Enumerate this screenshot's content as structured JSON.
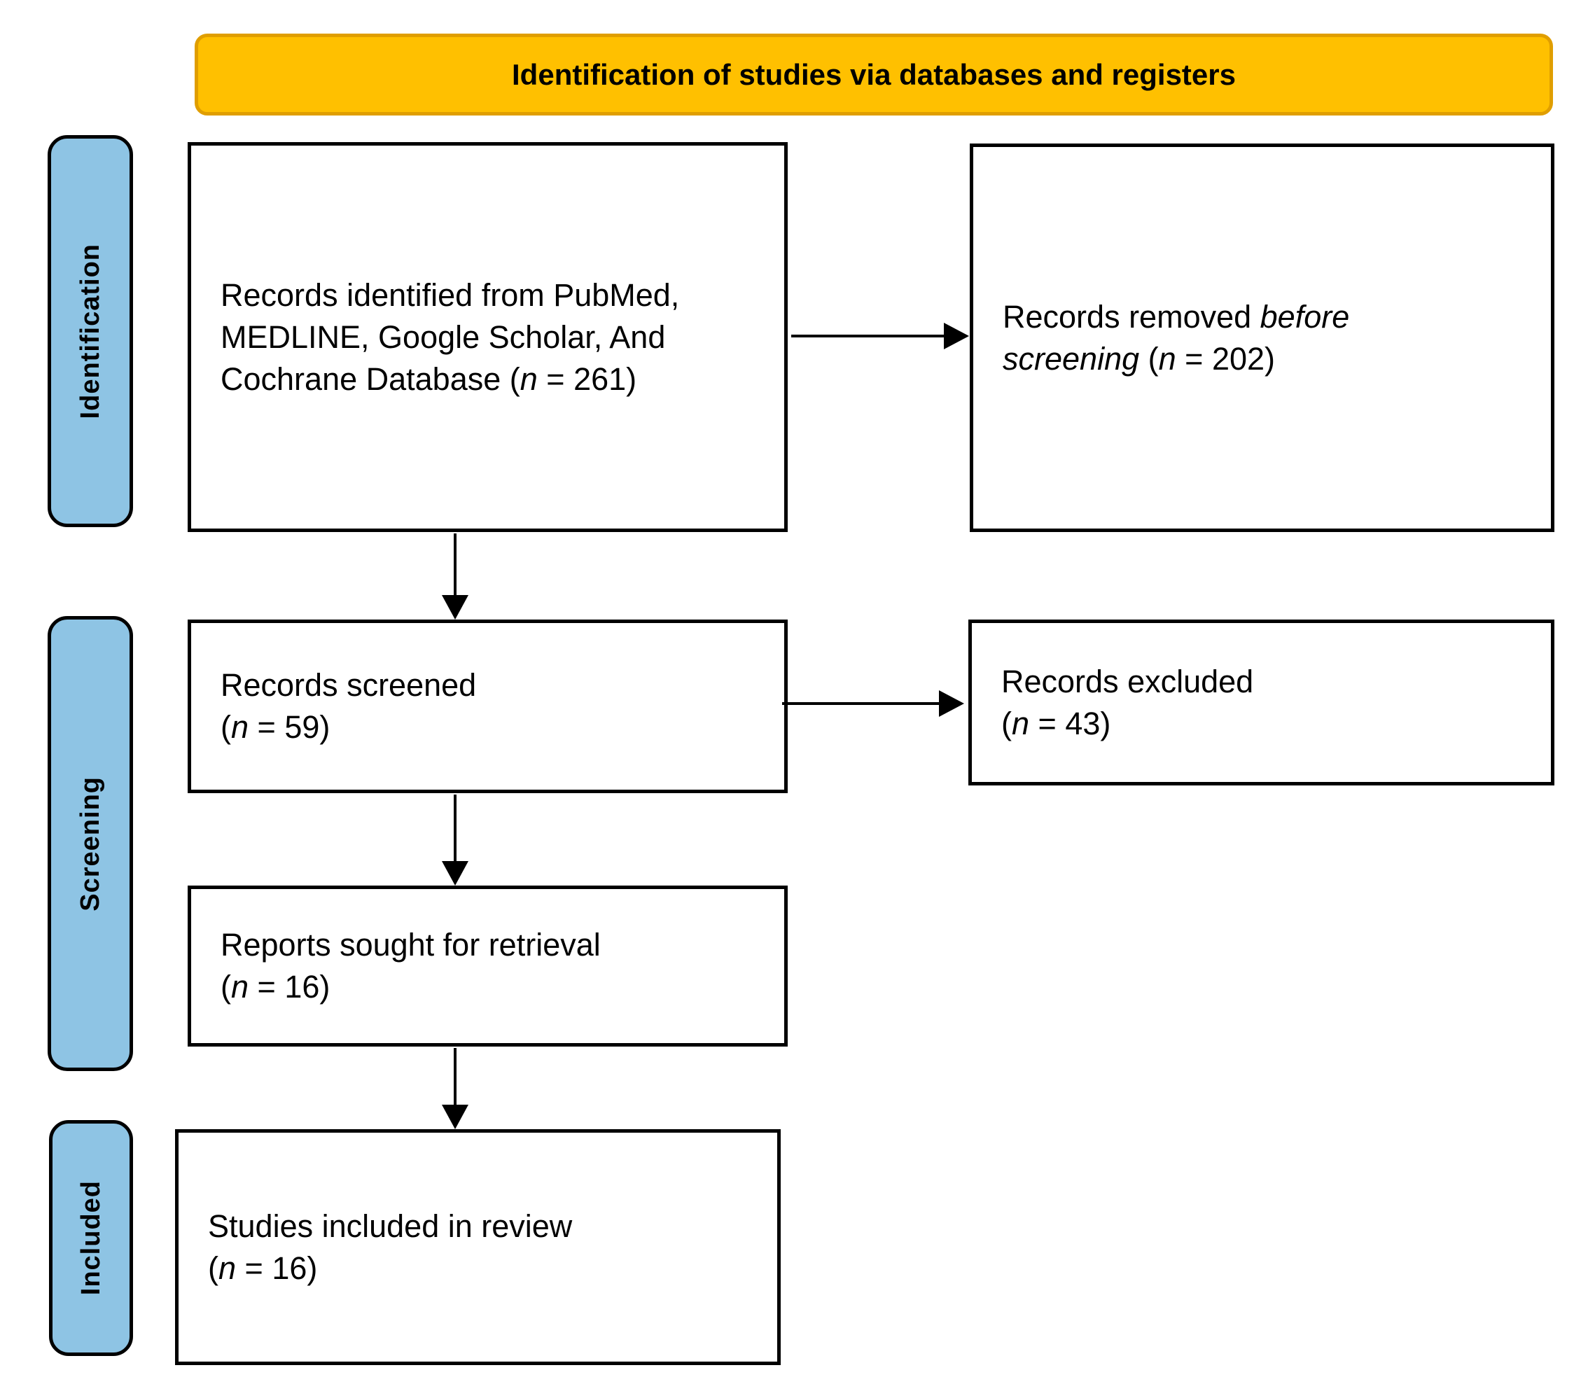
{
  "banner": {
    "title": "Identification of studies via databases and registers"
  },
  "stages": [
    {
      "label": "Identification"
    },
    {
      "label": "Screening"
    },
    {
      "label": "Included"
    }
  ],
  "boxes": {
    "records_identified": {
      "n": "261",
      "lines": [
        [
          {
            "t": "Records identified from PubMed,"
          }
        ],
        [
          {
            "t": "MEDLINE, Google Scholar, And"
          }
        ],
        [
          {
            "t": "Cochrane Database ("
          },
          {
            "t": "n",
            "i": true
          },
          {
            "t": " = 261)"
          }
        ]
      ]
    },
    "records_removed": {
      "n": "202",
      "lines": [
        [
          {
            "t": "Records removed "
          },
          {
            "t": "before",
            "i": true
          }
        ],
        [
          {
            "t": "screening",
            "i": true
          },
          {
            "t": " ("
          },
          {
            "t": "n",
            "i": true
          },
          {
            "t": " = 202)"
          }
        ]
      ]
    },
    "records_screened": {
      "n": "59",
      "lines": [
        [
          {
            "t": "Records screened"
          }
        ],
        [
          {
            "t": "("
          },
          {
            "t": "n",
            "i": true
          },
          {
            "t": " = 59)"
          }
        ]
      ]
    },
    "records_excluded": {
      "n": "43",
      "lines": [
        [
          {
            "t": "Records excluded"
          }
        ],
        [
          {
            "t": "("
          },
          {
            "t": "n",
            "i": true
          },
          {
            "t": " = 43)"
          }
        ]
      ]
    },
    "reports_sought": {
      "n": "16",
      "lines": [
        [
          {
            "t": "Reports sought for retrieval"
          }
        ],
        [
          {
            "t": "("
          },
          {
            "t": "n",
            "i": true
          },
          {
            "t": " = 16)"
          }
        ]
      ]
    },
    "studies_included": {
      "n": "16",
      "lines": [
        [
          {
            "t": "Studies included in review"
          }
        ],
        [
          {
            "t": "("
          },
          {
            "t": "n",
            "i": true
          },
          {
            "t": " = 16)"
          }
        ]
      ]
    }
  },
  "colors": {
    "banner-bg": "#FFC000",
    "banner-border": "#E09E00",
    "stage-bg": "#8EC4E4",
    "line-color": "#000000"
  }
}
